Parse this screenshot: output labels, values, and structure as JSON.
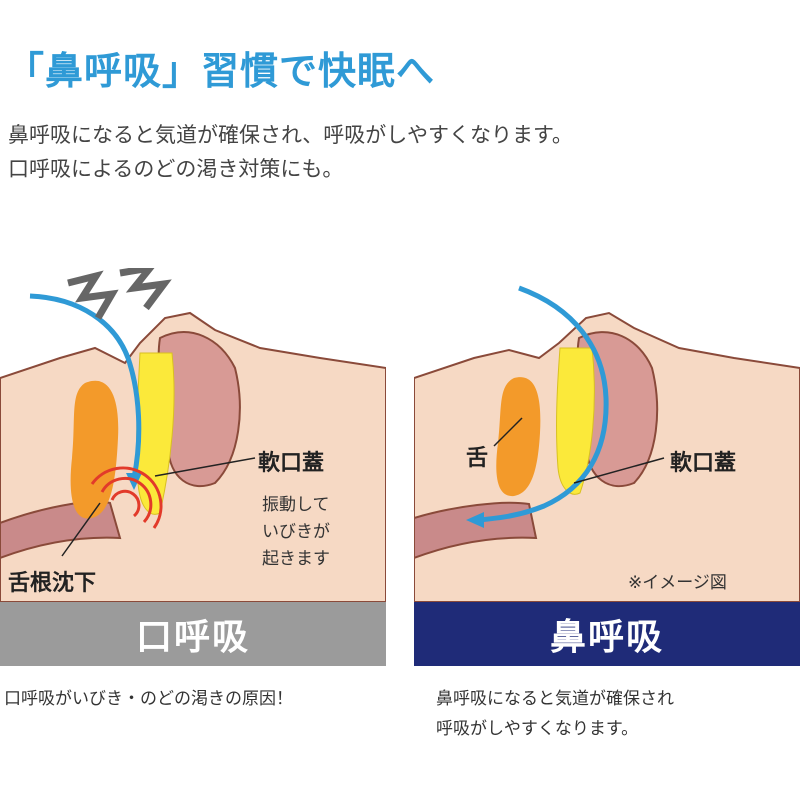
{
  "title": "「鼻呼吸」習慣で快眠へ",
  "intro": {
    "line1": "鼻呼吸になると気道が確保され、呼吸がしやすくなります。",
    "line2": "口呼吸によるのどの渇き対策にも。"
  },
  "left_panel": {
    "band_label": "口呼吸",
    "palate_label": "軟口蓋",
    "vibration_note": [
      "振動して",
      "いびきが",
      "起きます"
    ],
    "tongue_root_label": "舌根沈下",
    "caption": "口呼吸がいびき・のどの渇きの原因！",
    "icon": "snore-zigzag-icon"
  },
  "right_panel": {
    "band_label": "鼻呼吸",
    "tongue_label": "舌",
    "palate_label": "軟口蓋",
    "image_note": "※イメージ図",
    "caption": [
      "鼻呼吸になると気道が確保され",
      "呼吸がしやすくなります。"
    ]
  },
  "colors": {
    "title": "#2f9ad6",
    "mouth_band": "#9b9b9b",
    "nose_band": "#1f2b78",
    "skin": "#f6d9c4",
    "airflow": "#2f9ad6",
    "tongue": "#f39a2a",
    "palate": "#fbe93a",
    "vibration": "#e23a2a"
  }
}
